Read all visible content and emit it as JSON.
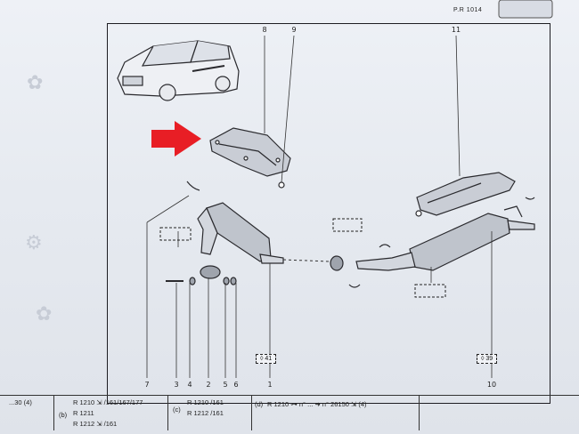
{
  "doc": {
    "ref": "P.R 1014",
    "callouts": {
      "c8": "8",
      "c9": "9",
      "c11": "11",
      "c7": "7",
      "c3": "3",
      "c4": "4",
      "c2": "2",
      "c5": "5",
      "c6": "6",
      "c1": "1",
      "c10": "10"
    },
    "boxes": {
      "b41": "◊ 41",
      "b39": "◊ 39"
    },
    "footer": {
      "a_frag": "...30 (4)",
      "b_tag": "(b)",
      "b_r1": "R 1210  ⇲ /161/167/177",
      "b_r2": "R 1211",
      "b_r3": "R 1212  ⇲ /161",
      "c_tag": "(c)",
      "c_r1": "R 1210  /161",
      "c_r2": "R 1212  /161",
      "d_tag": "(d)",
      "d_r1": "R 1210  ⊶  n° ...  ➜  n° 26150 ⇲ (4)"
    }
  }
}
